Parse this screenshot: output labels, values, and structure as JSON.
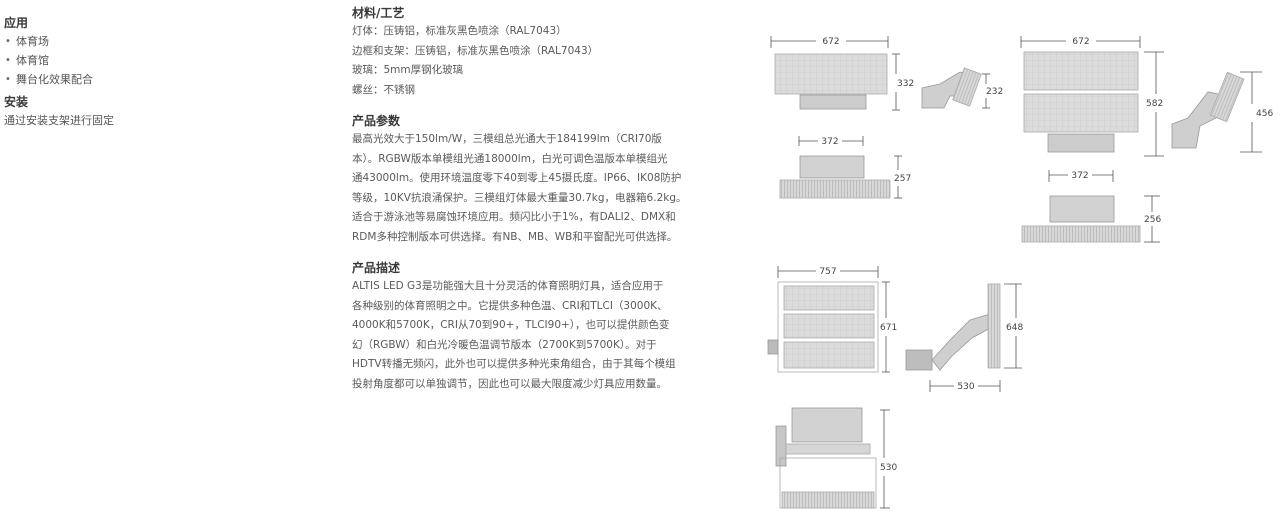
{
  "left": {
    "application": {
      "title": "应用",
      "items": [
        "体育场",
        "体育馆",
        "舞台化效果配合"
      ]
    },
    "installation": {
      "title": "安装",
      "text": "通过安装支架进行固定"
    }
  },
  "middle": {
    "materials": {
      "title": "材料/工艺",
      "lines": [
        "灯体：压铸铝，标准灰黑色喷涂（RAL7043）",
        "边框和支架：压铸铝，标准灰黑色喷涂（RAL7043）",
        "玻璃：5mm厚钢化玻璃",
        "螺丝：不锈钢"
      ]
    },
    "parameters": {
      "title": "产品参数",
      "lines": [
        "最高光效大于150lm/W，三模组总光通大于184199lm（CRI70版",
        "本）。RGBW版本单模组光通18000lm，白光可调色温版本单模组光",
        "通43000lm。使用环境温度零下40到零上45摄氏度。IP66、IK08防护",
        "等级，10KV抗浪涌保护。三模组灯体最大重量30.7kg，电器箱6.2kg。",
        "适合于游泳池等易腐蚀环境应用。频闪比小于1%，有DALI2、DMX和",
        "RDM多种控制版本可供选择。有NB、MB、WB和平窗配光可供选择。"
      ]
    },
    "description": {
      "title": "产品描述",
      "lines": [
        "ALTIS LED G3是功能强大且十分灵活的体育照明灯具，适合应用于",
        "各种级别的体育照明之中。它提供多种色温、CRI和TLCI（3000K、",
        "4000K和5700K，CRI从70到90+，TLCI90+），也可以提供颜色变",
        "幻（RGBW）和白光冷暖色温调节版本（2700K到5700K）。对于",
        "HDTV转播无频闪，此外也可以提供多种光束角组合，由于其每个模组",
        "投射角度都可以单独调节，因此也可以最大限度减少灯具应用数量。"
      ]
    }
  },
  "dimensions": {
    "d1_w": "672",
    "d1_h": "332",
    "d1_side": "232",
    "d1_top_w": "372",
    "d1_top_h": "257",
    "d2_w": "672",
    "d2_h": "582",
    "d2_side": "456",
    "d2_top_w": "372",
    "d2_top_h": "256",
    "d3_w": "757",
    "d3_h": "671",
    "d3_side_h": "648",
    "d3_side_w": "530",
    "d4_h": "530"
  }
}
